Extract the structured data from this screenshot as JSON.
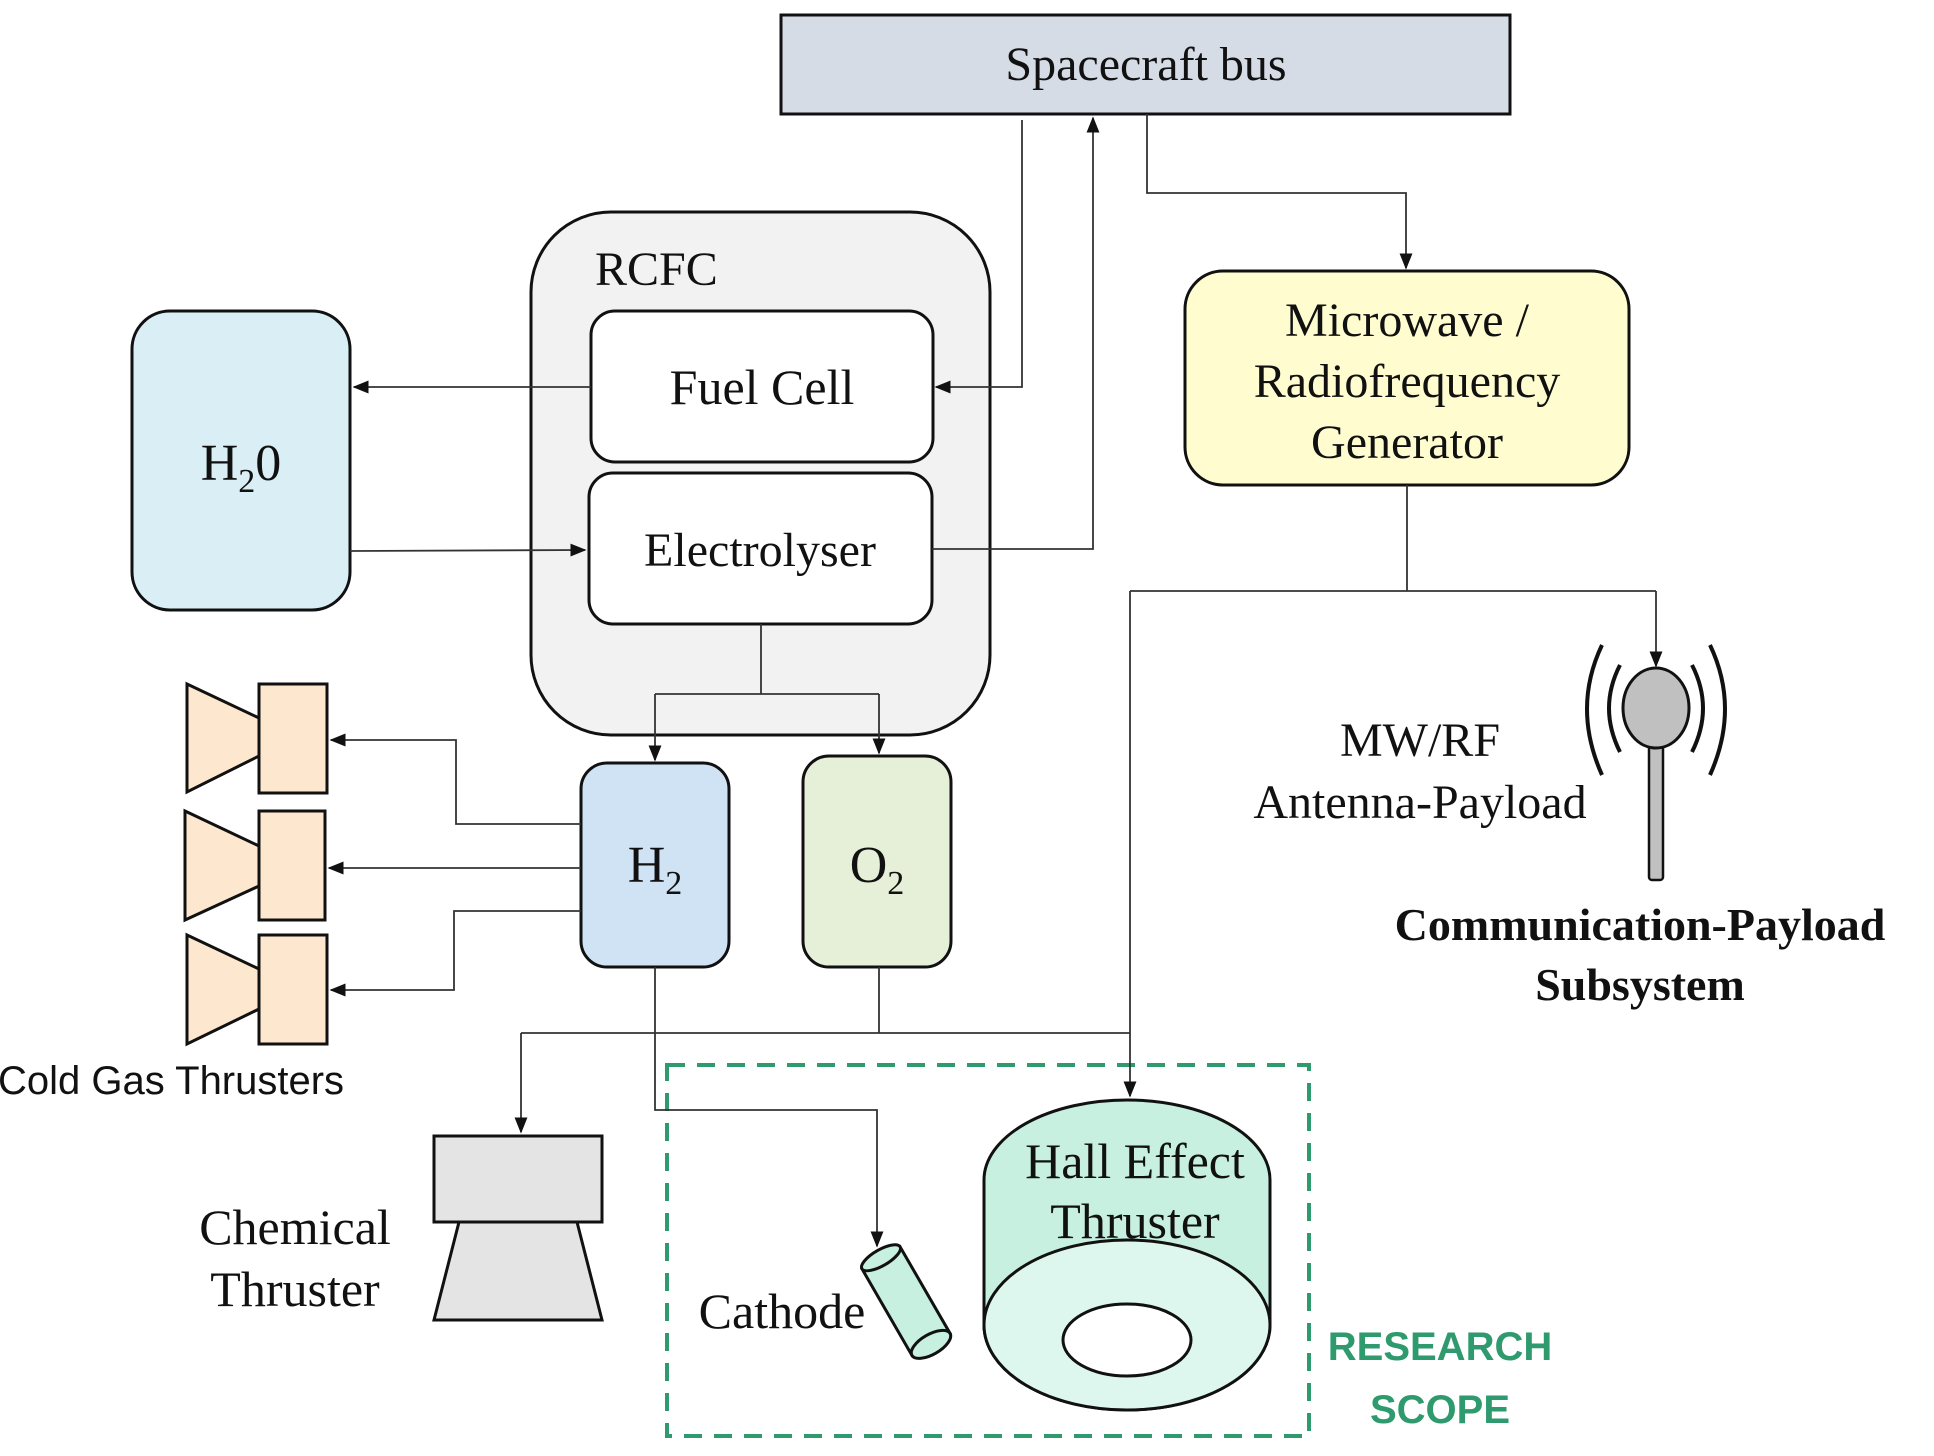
{
  "diagram": {
    "spacecraft_bus": {
      "label": "Spacecraft bus",
      "fill": "#d6dce6"
    },
    "rcfc": {
      "label": "RCFC",
      "fill": "#f2f2f2",
      "fuel_cell": {
        "label": "Fuel Cell"
      },
      "electrolyser": {
        "label": "Electrolyser"
      }
    },
    "water_tank": {
      "label_main": "H",
      "label_sub": "2",
      "label_tail": "0",
      "fill": "#d9eef5"
    },
    "hydrogen_tank": {
      "label_main": "H",
      "label_sub": "2",
      "fill": "#cfe3f5"
    },
    "oxygen_tank": {
      "label_main": "O",
      "label_sub": "2",
      "fill": "#e6f0d8"
    },
    "microwave_generator": {
      "lines": [
        "Microwave /",
        "Radiofrequency",
        "Generator"
      ],
      "fill": "#fffdd0"
    },
    "cold_gas_thrusters": {
      "label": "Cold Gas Thrusters",
      "count": 3,
      "fill": "#fde8cf"
    },
    "chemical_thruster": {
      "lines": [
        "Chemical",
        "Thruster"
      ],
      "fill": "#e4e4e4"
    },
    "cathode": {
      "label": "Cathode",
      "fill": "#c8f0e1"
    },
    "hall_effect_thruster": {
      "lines": [
        "Hall Effect",
        "Thruster"
      ],
      "fill": "#c8f0e1",
      "ring_fill": "#def7ee"
    },
    "antenna": {
      "lines": [
        "MW/RF",
        "Antenna-Payload"
      ],
      "fill": "#c0c0c0"
    },
    "communication_subsystem": {
      "lines": [
        "Communication-Payload",
        "Subsystem"
      ]
    },
    "research_scope": {
      "lines": [
        "RESEARCH",
        "SCOPE"
      ],
      "color": "#2e9a6e"
    }
  }
}
